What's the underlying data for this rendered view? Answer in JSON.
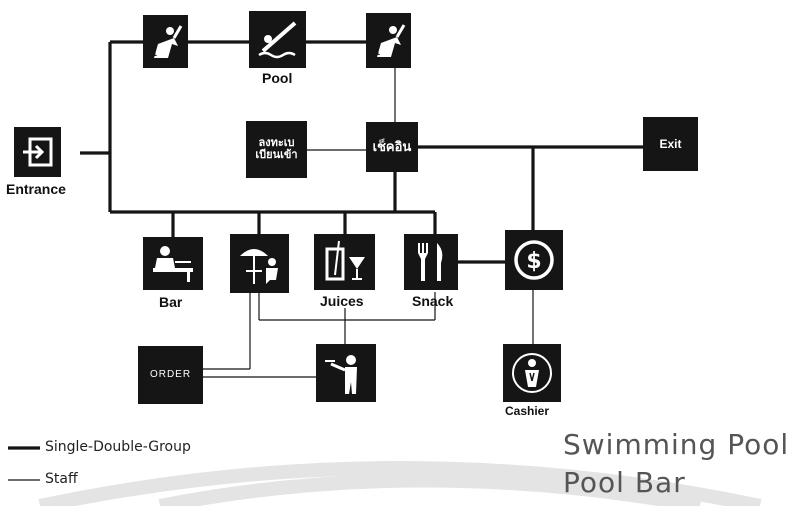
{
  "nodes": {
    "entrance": {
      "label": "Entrance"
    },
    "pool": {
      "label": "Pool"
    },
    "bar": {
      "label": "Bar"
    },
    "juices": {
      "label": "Juices"
    },
    "snack": {
      "label": "Snack"
    },
    "cashier": {
      "label": "Cashier"
    },
    "exit": {
      "label": "Exit"
    },
    "order": {
      "label": "ORDER"
    },
    "checkin": {
      "label": "เช็คอิน"
    },
    "register": {
      "label_line1": "ลงทะเบ",
      "label_line2": "เบียนเข้า"
    }
  },
  "legend": [
    {
      "label": "Single-Double-Group",
      "style": "thick"
    },
    {
      "label": "Staff",
      "style": "thin"
    }
  ],
  "titles": {
    "line1": "Swimming Pool",
    "line2": "Pool Bar"
  },
  "icons": {
    "staff": "lifeguard-icon",
    "pool": "swimmer-icon",
    "bar": "bartender-icon",
    "umbrella": "umbrella-table-icon",
    "juices": "drinks-icon",
    "snack": "fork-knife-icon",
    "cashier": "dollar-icon",
    "cashier_person": "cashier-person-icon",
    "waiter": "waiter-icon",
    "entrance": "entrance-door-icon"
  },
  "colors": {
    "node": "#151515",
    "line": "#151515",
    "title": "#555555",
    "watermark": "#dddddd"
  }
}
